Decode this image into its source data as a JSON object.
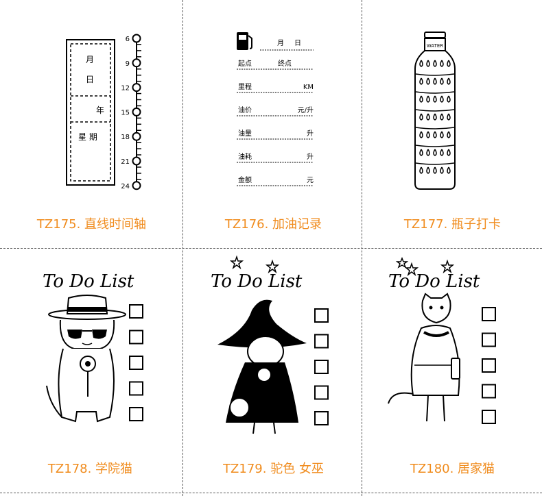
{
  "captions": {
    "tz175": "TZ175. 直线时间轴",
    "tz176": "TZ176. 加油记录",
    "tz177": "TZ177. 瓶子打卡",
    "tz178": "TZ178. 学院猫",
    "tz179": "TZ179. 驼色 女巫",
    "tz180": "TZ180. 居家猫"
  },
  "timeline": {
    "date_month": "月",
    "date_day": "日",
    "year": "年",
    "weekday": "星 期",
    "hours": [
      "6",
      "9",
      "12",
      "15",
      "18",
      "21",
      "24"
    ]
  },
  "fuel": {
    "header_month": "月",
    "header_day": "日",
    "rows": [
      {
        "label": "起点",
        "mid": "终点",
        "unit": ""
      },
      {
        "label": "里程",
        "mid": "",
        "unit": "KM"
      },
      {
        "label": "油价",
        "mid": "",
        "unit": "元/升"
      },
      {
        "label": "油量",
        "mid": "",
        "unit": "升"
      },
      {
        "label": "油耗",
        "mid": "",
        "unit": "升"
      },
      {
        "label": "金额",
        "mid": "",
        "unit": "元"
      }
    ]
  },
  "bottle": {
    "label": "WATER"
  },
  "todo": {
    "title": "To Do List"
  }
}
